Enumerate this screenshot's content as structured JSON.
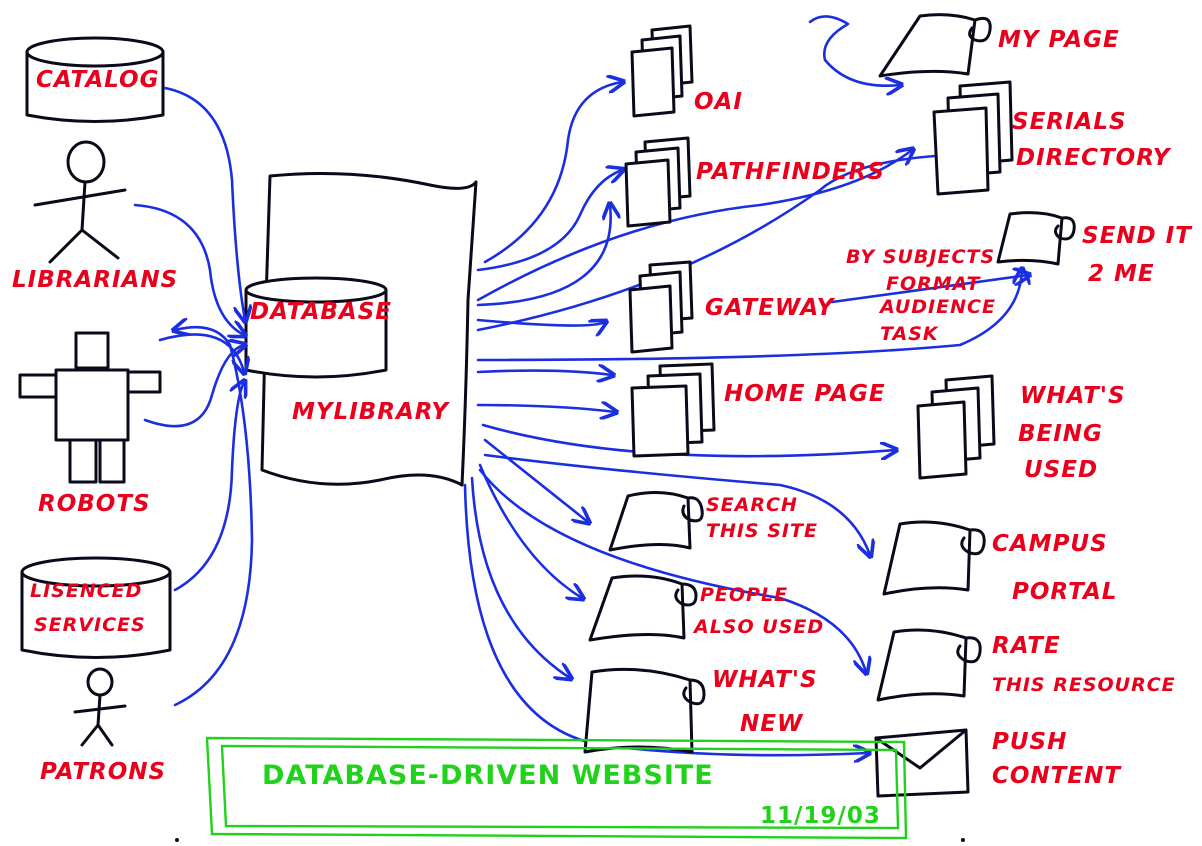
{
  "colors": {
    "label_red": "#e8001c",
    "arrow_blue": "#1b2fe0",
    "ink_black": "#0a0a1a",
    "caption_green": "#22d11c"
  },
  "sources": {
    "catalog": "CATALOG",
    "librarians": "LIBRARIANS",
    "robots": "ROBOTS",
    "licensed_services_line1": "LISENCED",
    "licensed_services_line2": "SERVICES",
    "patrons": "PATRONS"
  },
  "center": {
    "database": "DATABASE",
    "mylibrary": "MYLIBRARY"
  },
  "outputs": {
    "oai": "OAI",
    "pathfinders": "PATHFINDERS",
    "gateway": "GATEWAY",
    "home_page": "HOME PAGE",
    "search_line1": "SEARCH",
    "search_line2": "THIS SITE",
    "people_line1": "PEOPLE",
    "people_line2": "ALSO USED",
    "whats_new_line1": "WHAT'S",
    "whats_new_line2": "NEW",
    "my_page": "MY PAGE",
    "serials_line1": "SERIALS",
    "serials_line2": "DIRECTORY",
    "send_line1": "SEND IT",
    "send_line2": "2 ME",
    "whats_used_line1": "WHAT'S",
    "whats_used_line2": "BEING",
    "whats_used_line3": "USED",
    "campus_line1": "CAMPUS",
    "campus_line2": "PORTAL",
    "rate_line1": "RATE",
    "rate_line2": "THIS RESOURCE",
    "push_line1": "PUSH",
    "push_line2": "CONTENT"
  },
  "gateway_facets": {
    "subjects": "BY SUBJECTS",
    "format": "FORMAT",
    "audience": "AUDIENCE",
    "task": "TASK"
  },
  "caption": {
    "title": "DATABASE-DRIVEN WEBSITE",
    "date": "11/19/03"
  }
}
